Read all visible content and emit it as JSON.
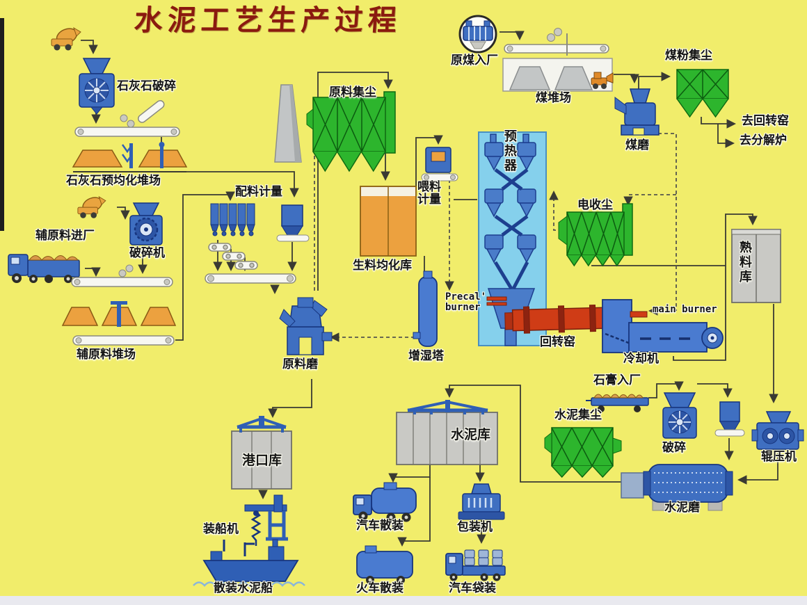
{
  "title": "水泥工艺生产过程",
  "colors": {
    "bg": "#f1ed6b",
    "title": "#8a1a0f",
    "equipment_blue": "#3f6fc1",
    "filter_green": "#2db52d",
    "silo_orange": "#eca13f",
    "kiln_red": "#cf3c16",
    "silo_gray": "#c9c9c5",
    "line": "#3a3a33"
  },
  "labels": {
    "limestone_crushing": "石灰石破碎",
    "limestone_yard": "石灰石预均化堆场",
    "aux_material_in": "辅原料进厂",
    "aux_crusher": "破碎机",
    "aux_yard": "辅原料堆场",
    "batching_metering": "配料计量",
    "raw_dust_collect": "原料集尘",
    "raw_meal_silo": "生料均化库",
    "feed_metering": "喂料计量",
    "raw_mill": "原料磨",
    "humidifier_tower": "增湿塔",
    "preheater": "预热器",
    "coal_in": "原煤入厂",
    "coal_yard": "煤堆场",
    "coal_mill": "煤磨",
    "coal_dust_collect": "煤粉集尘",
    "to_rotary_kiln": "去回转窑",
    "to_calciner": "去分解炉",
    "esp": "电收尘",
    "precal_burner": "Precal'\nburner",
    "rotary_kiln": "回转窑",
    "main_burner": "main burner",
    "cooler": "冷却机",
    "clinker_silo": "熟料库",
    "gypsum_in": "石膏入厂",
    "cement_dust_collect": "水泥集尘",
    "gypsum_crushing": "破碎",
    "roller_press": "辊压机",
    "cement_mill": "水泥磨",
    "cement_silo": "水泥库",
    "truck_bulk": "汽车散装",
    "packing_machine": "包装机",
    "train_bulk": "火车散装",
    "truck_bagged": "汽车袋装",
    "port_silo": "港口库",
    "ship_loader": "装船机",
    "bulk_cement_ship": "散装水泥船"
  }
}
